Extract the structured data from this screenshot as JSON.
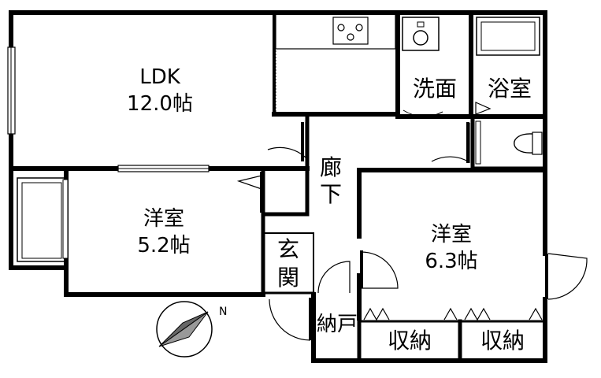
{
  "plan": {
    "rooms": {
      "ldk": {
        "name": "LDK",
        "size": "12.0帖"
      },
      "western_room_small": {
        "name": "洋室",
        "size": "5.2帖"
      },
      "western_room_large": {
        "name": "洋室",
        "size": "6.3帖"
      },
      "washroom": {
        "name": "洗面"
      },
      "bathroom": {
        "name": "浴室"
      },
      "corridor": {
        "chars": [
          "廊",
          "下"
        ]
      },
      "entrance": {
        "chars": [
          "玄",
          "関"
        ]
      },
      "storage_door": {
        "name": "納戸"
      },
      "closet_1": {
        "name": "収納"
      },
      "closet_2": {
        "name": "収納"
      }
    },
    "compass": {
      "direction_label": "N"
    }
  }
}
